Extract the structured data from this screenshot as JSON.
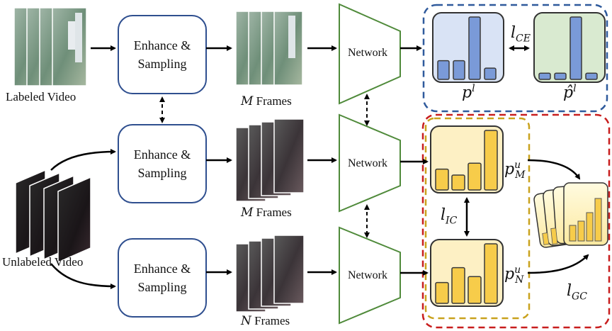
{
  "inputs": {
    "labeled": "Labeled Video",
    "unlabeled": "Unlabeled Video"
  },
  "modules": {
    "enhance_line1": "Enhance &",
    "enhance_line2": "Sampling",
    "network": "Network"
  },
  "frames": {
    "m_var": "M",
    "n_var": "N",
    "suffix": " Frames"
  },
  "math": {
    "p": "p",
    "l_sup": "l",
    "p_hat": "p̂",
    "u_sup": "u",
    "M_sub": "M",
    "N_sub": "N",
    "l": "l",
    "CE": "CE",
    "IC": "IC",
    "GC": "GC"
  },
  "colors": {
    "enhance_border": "#2f4f8f",
    "network_border": "#4f8a3a",
    "labeled_group": "#2f5a9c",
    "unlabeled_group": "#c81e1e",
    "inner_group": "#c9a21d",
    "blue_panel": "#d9e3f5",
    "blue_bar": "#7a9ad8",
    "green_panel": "#d9ead0",
    "yellow_panel": "#fdf0c4",
    "yellow_bar": "#f7cc4a"
  },
  "chart_data": [
    {
      "type": "bar",
      "values": [
        0.3,
        0.3,
        1.0,
        0.18
      ]
    },
    {
      "type": "bar",
      "values": [
        0.1,
        0.1,
        1.0,
        0.1
      ]
    },
    {
      "type": "bar",
      "values": [
        0.35,
        0.25,
        0.45,
        1.0
      ]
    },
    {
      "type": "bar",
      "values": [
        0.35,
        0.6,
        0.45,
        1.0
      ]
    }
  ]
}
